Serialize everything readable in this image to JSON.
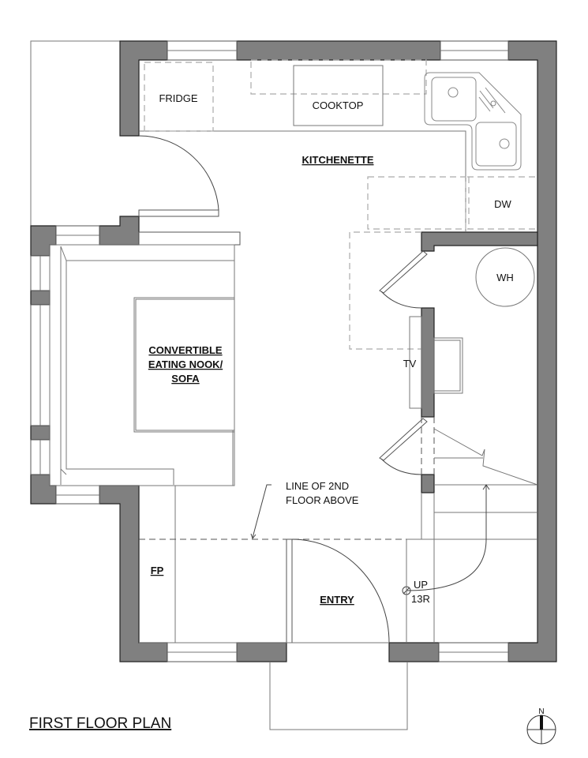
{
  "drawing": {
    "title": "FIRST FLOOR PLAN",
    "north_label": "N"
  },
  "rooms": {
    "kitchenette": "KITCHENETTE",
    "nook_line1": "CONVERTIBLE",
    "nook_line2": "EATING NOOK/",
    "nook_line3": "SOFA",
    "fireplace": "FP",
    "entry": "ENTRY"
  },
  "fixtures": {
    "fridge": "FRIDGE",
    "cooktop": "COOKTOP",
    "dishwasher": "DW",
    "water_heater": "WH",
    "tv": "TV"
  },
  "annotations": {
    "second_floor_line1": "LINE OF 2ND",
    "second_floor_line2": "FLOOR ABOVE",
    "stair_up": "UP",
    "stair_risers": "13R"
  },
  "colors": {
    "wall_fill": "#808080",
    "wall_stroke": "#222222",
    "line": "#777777",
    "dashed": "#aaaaaa",
    "background": "#ffffff"
  }
}
